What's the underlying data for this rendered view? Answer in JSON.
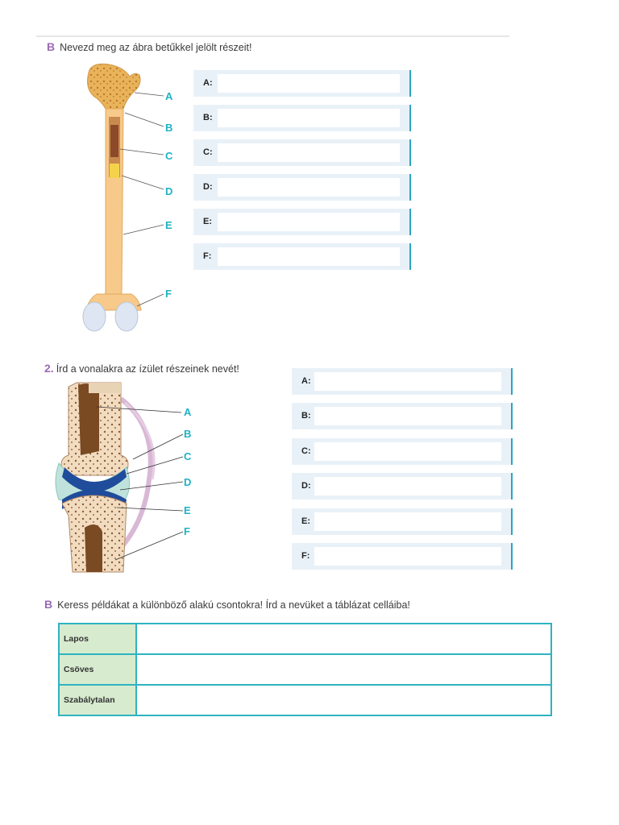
{
  "section1": {
    "marker": "B",
    "instruction": "Nevezd meg az ábra betűkkel jelölt részeit!",
    "labels": [
      "A",
      "B",
      "C",
      "D",
      "E",
      "F"
    ],
    "answers": [
      "A:",
      "B:",
      "C:",
      "D:",
      "E:",
      "F:"
    ]
  },
  "section2": {
    "number": "2.",
    "instruction": "Írd a vonalakra az ízület részeinek nevét!",
    "labels": [
      "A",
      "B",
      "C",
      "D",
      "E",
      "F"
    ],
    "answers": [
      "A:",
      "B:",
      "C:",
      "D:",
      "E:",
      "F:"
    ]
  },
  "section3": {
    "marker": "B",
    "instruction": "Keress példákat a különböző alakú csontokra! Írd a nevüket a táblázat celláiba!",
    "rows": [
      "Lapos",
      "Csöves",
      "Szabálytalan"
    ]
  },
  "colors": {
    "accent": "#1fb2c4",
    "marker": "#9a6cb5",
    "box_bg": "#e9f1f8",
    "table_header_bg": "#d7ebcf"
  }
}
